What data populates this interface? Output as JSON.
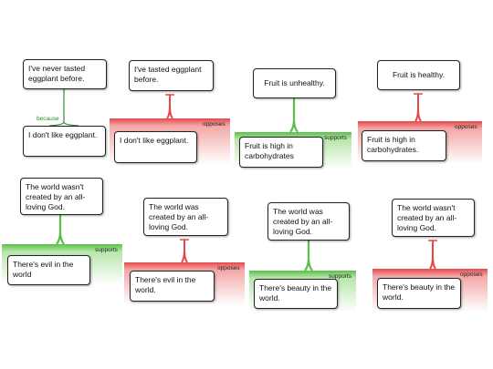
{
  "colors": {
    "support": "#5cbf4b",
    "oppose": "#e6484a",
    "because": "#2e8b2e"
  },
  "arguments": [
    {
      "kind": "because",
      "claim": "I've never tasted eggplant before.",
      "premise": "I don't like eggplant.",
      "label": "because"
    },
    {
      "kind": "opposes",
      "claim": "I've tasted eggplant before.",
      "premise": "I don't like eggplant.",
      "label": "opposes"
    },
    {
      "kind": "supports",
      "claim": "Fruit is unhealthy.",
      "premise": "Fruit is high in carbohydrates",
      "label": "supports"
    },
    {
      "kind": "opposes",
      "claim": "Fruit is healthy.",
      "premise": "Fruit is high in carbohydrates.",
      "label": "opposes"
    },
    {
      "kind": "supports",
      "claim": "The world wasn't created by an all-loving God.",
      "premise": "There's evil in the world",
      "label": "supports"
    },
    {
      "kind": "opposes",
      "claim": "The world was created by an all-loving God.",
      "premise": "There's evil in the world.",
      "label": "opposes"
    },
    {
      "kind": "supports",
      "claim": "The world was created by an all-loving God.",
      "premise": "There's beauty in the world.",
      "label": "supports"
    },
    {
      "kind": "opposes",
      "claim": "The world wasn't created by an all-loving God.",
      "premise": "There's beauty in the world.",
      "label": "opposes"
    }
  ]
}
